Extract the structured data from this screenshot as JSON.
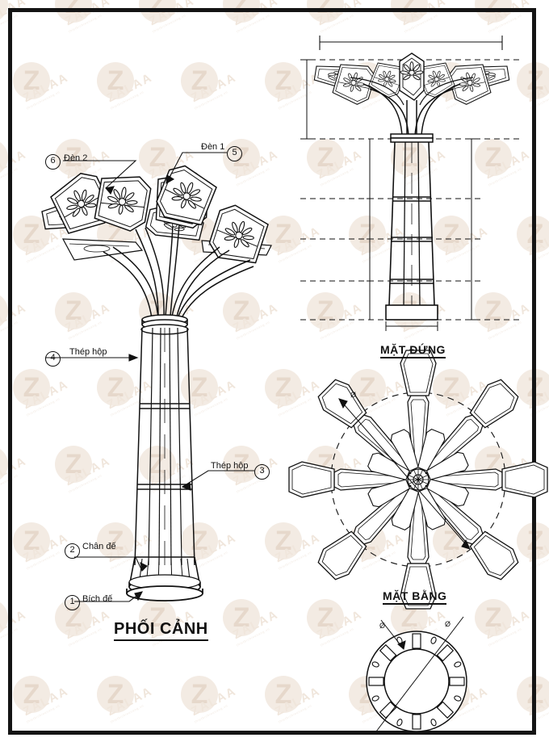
{
  "sheet": {
    "title_perspective": "PHỐI CẢNH",
    "title_elevation": "MẶT ĐỨNG",
    "title_plan": "MẶT BẰNG",
    "border_color": "#141414",
    "line_color": "#111111",
    "watermark_text": "ZALAA",
    "watermark_sub": "thietbichieusang.vn",
    "watermark_letter": "Z"
  },
  "callouts": [
    {
      "number": "1",
      "label": "Bích đế",
      "view": "perspective"
    },
    {
      "number": "2",
      "label": "Chân đế",
      "view": "perspective"
    },
    {
      "number": "3",
      "label": "Thép hộp",
      "view": "perspective"
    },
    {
      "number": "4",
      "label": "Thép hộp",
      "view": "perspective"
    },
    {
      "number": "5",
      "label": "Đèn 1",
      "view": "perspective"
    },
    {
      "number": "6",
      "label": "Đèn 2",
      "view": "perspective"
    }
  ],
  "annotations": {
    "diameter_symbol": "Ø",
    "plan_diameter": "Ø",
    "flange_diameter": "Ø"
  },
  "drawing": {
    "subject": "decorative-garden-light-pole",
    "lamp_heads_perspective": 8,
    "lamp_heads_plan": 8,
    "arms_plan": 8,
    "pole_sections": 4,
    "flange_slots": 8,
    "flange_holes": 8
  }
}
